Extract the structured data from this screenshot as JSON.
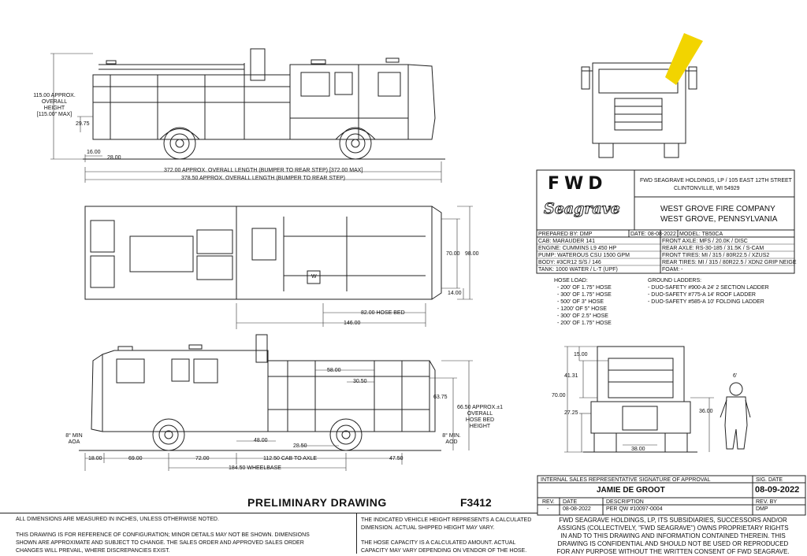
{
  "colors": {
    "highlight": "#f2d400",
    "ink": "#222222"
  },
  "side_view_top": {
    "height_label_1": "115.00 APPROX.",
    "height_label_2": "OVERALL",
    "height_label_3": "HEIGHT",
    "height_label_4": "[115.00\" MAX]",
    "dim_29_75": "29.75",
    "dim_16_00": "16.00",
    "dim_28_00": "28.00",
    "length_1": "372.00 APPROX. OVERALL LENGTH (BUMPER TO REAR STEP) [372.00 MAX]",
    "length_2": "378.50 APPROX. OVERALL LENGTH (BUMPER TO REAR STEP)"
  },
  "plan_view": {
    "dim_70_00": "70.00",
    "dim_98_00": "98.00",
    "dim_14_00": "14.00",
    "dim_82_00": "82.00 HOSE BED",
    "dim_146_00": "146.00",
    "w_label": "W"
  },
  "side_view_bottom": {
    "dim_58_00": "58.00",
    "dim_30_50": "30.50",
    "dim_63_75": "63.75",
    "hosebed_1": "66.50 APPROX.±1",
    "hosebed_2": "OVERALL",
    "hosebed_3": "HOSE BED",
    "hosebed_4": "HEIGHT",
    "aoa_1": "8° MIN",
    "aoa_2": "AOA",
    "aod_1": "8° MIN.",
    "aod_2": "AOD",
    "dim_48_00": "48.00",
    "dim_28_50": "28.50",
    "dim_18_00": "18.00",
    "dim_69_00": "69.00",
    "dim_72_00": "72.00",
    "dim_112_50": "112.50 CAB TO AXLE",
    "dim_47_50": "47.50",
    "dim_184_50": "184.50 WHEELBASE"
  },
  "rear_view": {
    "dim_15_00": "15.00",
    "dim_41_31": "41.31",
    "dim_70_00": "70.00",
    "dim_27_25": "27.25",
    "dim_36_00": "36.00",
    "dim_38_00": "38.00",
    "scale_tag": "6'"
  },
  "title_block": {
    "logo_fwd": "FWD",
    "logo_seagrave": "Seagrave",
    "address_1": "FWD SEAGRAVE HOLDINGS, LP / 105 EAST 12TH STREET",
    "address_2": "CLINTONVILLE, WI 54929",
    "customer_1": "WEST GROVE FIRE COMPANY",
    "customer_2": "WEST GROVE, PENNSYLVANIA",
    "prepared_by": "PREPARED BY:  DMP",
    "date": "DATE: 08-08-2022",
    "model": "MODEL:  TB50CA",
    "left_specs": [
      "CAB:  MARAUDER  141",
      "ENGINE: CUMMINS L9 450 HP",
      "PUMP:  WATEROUS CSU 1500 GPM",
      "BODY:  #3CR12 S/S / 146",
      "TANK:  1000 WATER / L-T (UPF)"
    ],
    "right_specs": [
      "FRONT AXLE:  MFS / 20.0K / DISC",
      "REAR AXLE:  RS-30-185 / 31.5K / S-CAM",
      "FRONT TIRES:  MI / 315 / 80R22.5 / XZUS2",
      "REAR TIRES:  MI / 315 / 80R22.5 / XDN2 GRIP NEIGE",
      "FOAM:  -"
    ]
  },
  "hose_load": {
    "title": "HOSE LOAD:",
    "items": [
      "- 200' OF 1.75\" HOSE",
      "- 300' OF 1.75\" HOSE",
      "- 500' OF 3\" HOSE",
      "- 1200' OF 5\" HOSE",
      "- 300' OF 2.5\" HOSE",
      "- 200' OF 1.75\" HOSE"
    ]
  },
  "ground_ladders": {
    "title": "GROUND LADDERS:",
    "items": [
      "- DUO-SAFETY #900-A 24' 2 SECTION LADDER",
      "- DUO-SAFETY #775-A 14' ROOF LADDER",
      "- DUO-SAFETY #585-A 10' FOLDING LADDER"
    ]
  },
  "signature": {
    "header": "INTERNAL SALES REPRESENTATIVE SIGNATURE OF APPROVAL",
    "sig_date_label": "SIG. DATE",
    "name": "JAMIE DE GROOT",
    "sig_date": "08-09-2022",
    "rev_label": "REV.",
    "date_label": "DATE",
    "description_label": "DESCRIPTION",
    "rev_by_label": "REV. BY",
    "row_rev": "-",
    "row_date": "08-08-2022",
    "row_desc": "PER QW #10097-0004",
    "row_by": "DMP"
  },
  "footer": {
    "preliminary": "PRELIMINARY DRAWING",
    "drawing_no": "F3412",
    "note_1": "ALL DIMENSIONS ARE MEASURED IN INCHES, UNLESS OTHERWISE NOTED.",
    "note_2a": "THIS DRAWING IS FOR REFERENCE OF CONFIGURATION; MINOR DETAILS MAY NOT BE SHOWN.  DIMENSIONS",
    "note_2b": "SHOWN ARE APPROXIMATE AND SUBJECT TO CHANGE.  THE SALES ORDER AND APPROVED SALES ORDER",
    "note_2c": "CHANGES WILL PREVAIL, WHERE DISCREPANCIES EXIST.",
    "note_3a": "THE INDICATED VEHICLE HEIGHT REPRESENTS A CALCULATED",
    "note_3b": "DIMENSION.  ACTUAL SHIPPED HEIGHT MAY VARY.",
    "note_4a": "THE HOSE CAPACITY IS A CALCULATED AMOUNT.  ACTUAL",
    "note_4b": "CAPACITY MAY VARY DEPENDING ON  VENDOR OF THE HOSE.",
    "legal_1": "FWD SEAGRAVE HOLDINGS, LP, ITS SUBSIDIARIES, SUCCESSORS AND/OR",
    "legal_2": "ASSIGNS (COLLECTIVELY, \"FWD SEAGRAVE\") OWNS PROPRIETARY RIGHTS",
    "legal_3": "IN AND TO THIS DRAWING AND INFORMATION CONTAINED THEREIN. THIS",
    "legal_4": "DRAWING IS CONFIDENTIAL AND SHOULD NOT BE USED OR REPRODUCED",
    "legal_5": "FOR ANY PURPOSE WITHOUT THE WRITTEN CONSENT OF  FWD SEAGRAVE."
  }
}
